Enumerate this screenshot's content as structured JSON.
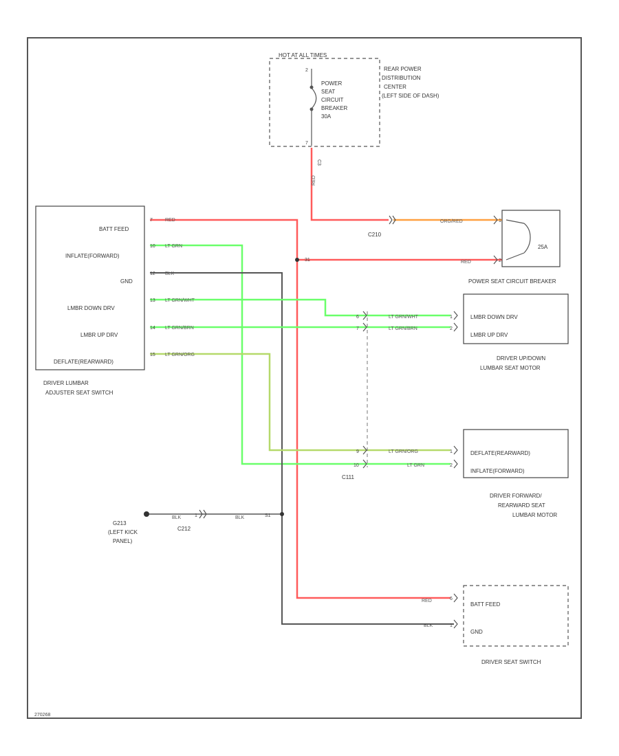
{
  "colors": {
    "red_wire": "#ff5a5a",
    "green_wire": "#6aff6a",
    "orange_wire": "#ffa040",
    "olive_wire": "#b5d96a",
    "black_wire": "#555555",
    "frame": "#555555"
  },
  "pdc": {
    "hot_label": "HOT AT ALL TIMES",
    "breaker_lines": [
      "POWER",
      "SEAT",
      "CIRCUIT",
      "BREAKER",
      "30A"
    ],
    "location_lines": [
      "REAR POWER",
      "DISTRIBUTION",
      "CENTER",
      "(LEFT SIDE OF DASH)"
    ],
    "pin_in": "2",
    "pin_out": "7",
    "pin_connector": "C3",
    "wire_color": "RED"
  },
  "lumbar_switch": {
    "title_lines": [
      "DRIVER LUMBAR",
      "ADJUSTER SEAT SWITCH"
    ],
    "pins": [
      {
        "label": "BATT FEED",
        "pin": "7",
        "wire": "RED"
      },
      {
        "label": "INFLATE(FORWARD)",
        "pin": "10",
        "wire": "LT GRN"
      },
      {
        "label": "GND",
        "pin": "12",
        "wire": "BLK"
      },
      {
        "label": "LMBR DOWN DRV",
        "pin": "13",
        "wire": "LT GRN/WHT"
      },
      {
        "label": "LMBR UP DRV",
        "pin": "14",
        "wire": "LT GRN/BRN"
      },
      {
        "label": "DEFLATE(REARWARD)",
        "pin": "15",
        "wire": "LT GRN/ORG"
      }
    ]
  },
  "c210": {
    "name": "C210",
    "wire_out": "ORG/RED",
    "splice_pin": "31",
    "wire_feed": "RED"
  },
  "breaker": {
    "rating": "25A",
    "title": "POWER SEAT CIRCUIT BREAKER",
    "pin_a": "1",
    "pin_b": "2"
  },
  "updown_motor": {
    "pins": [
      {
        "label": "LMBR DOWN DRV",
        "wire": "LT GRN/WHT",
        "conn_pin": "6",
        "motor_pin": "1"
      },
      {
        "label": "LMBR UP DRV",
        "wire": "LT GRN/BRN",
        "conn_pin": "7",
        "motor_pin": "2"
      }
    ],
    "title_lines": [
      "DRIVER UP/DOWN",
      "LUMBAR SEAT MOTOR"
    ]
  },
  "fr_motor": {
    "pins": [
      {
        "label": "DEFLATE(REARWARD)",
        "wire": "LT GRN/ORG",
        "conn_pin": "9",
        "motor_pin": "1"
      },
      {
        "label": "INFLATE(FORWARD)",
        "wire": "LT GRN",
        "conn_pin": "10",
        "motor_pin": "2"
      }
    ],
    "title_lines": [
      "DRIVER FORWARD/",
      "REARWARD SEAT",
      "LUMBAR MOTOR"
    ]
  },
  "c111": {
    "name": "C111"
  },
  "ground": {
    "name_lines": [
      "G213",
      "(LEFT KICK",
      "PANEL)"
    ],
    "wire1": "BLK",
    "connector": "C212",
    "pin": "1",
    "wire2": "BLK",
    "splice": "S1"
  },
  "seat_switch": {
    "title": "DRIVER SEAT SWITCH",
    "pins": [
      {
        "label": "BATT FEED",
        "wire": "RED",
        "pin": "6"
      },
      {
        "label": "GND",
        "wire": "BLK",
        "pin": "1"
      }
    ]
  },
  "footer": {
    "code": "270268"
  }
}
